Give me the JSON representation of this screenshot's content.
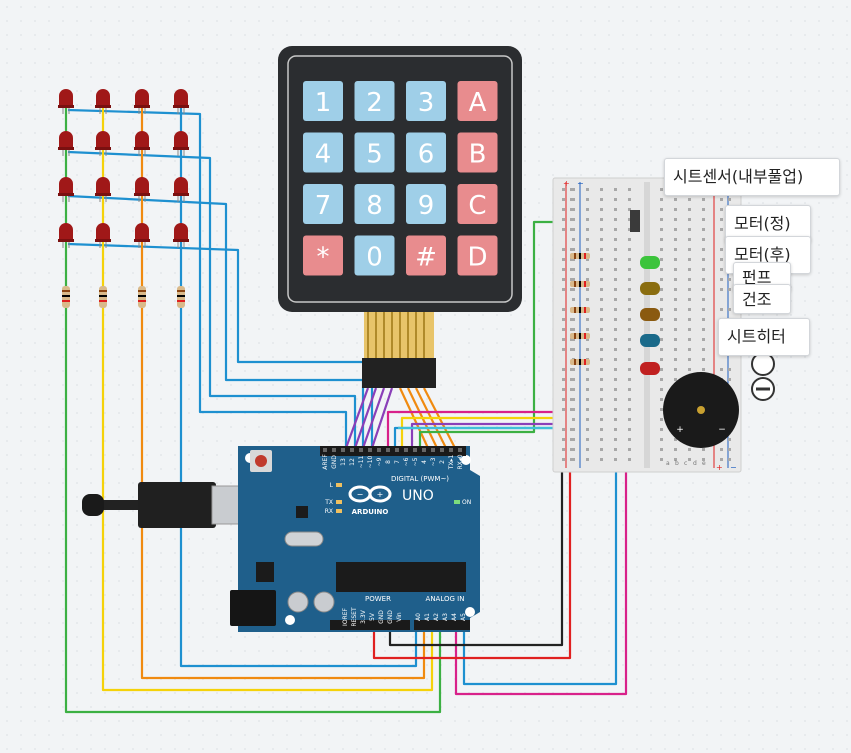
{
  "keypad": {
    "keys": [
      "1",
      "2",
      "3",
      "A",
      "4",
      "5",
      "6",
      "B",
      "7",
      "8",
      "9",
      "C",
      "*",
      "0",
      "#",
      "D"
    ]
  },
  "arduino": {
    "model": "UNO",
    "brand": "ARDUINO",
    "digital_label": "DIGITAL (PWM~)",
    "analog_label": "ANALOG IN",
    "power_label": "POWER",
    "led_labels": [
      "L",
      "TX",
      "RX",
      "ON"
    ],
    "digital_pins": [
      "AREF",
      "GND",
      "13",
      "12",
      "~11",
      "~10",
      "~9",
      "8",
      "7",
      "~6",
      "~5",
      "4",
      "~3",
      "2",
      "TX▸1",
      "RX◂0"
    ],
    "power_pins": [
      "IOREF",
      "RESET",
      "3.3V",
      "5V",
      "GND",
      "GND",
      "Vin"
    ],
    "analog_pins": [
      "A0",
      "A1",
      "A2",
      "A3",
      "A4",
      "A5"
    ]
  },
  "buzzer": {
    "plus": "+",
    "minus": "−"
  },
  "breadboard": {
    "rail_marks": [
      "+",
      "−",
      "+",
      "−"
    ],
    "col_letters": [
      "a",
      "b",
      "c",
      "d",
      "e",
      "f",
      "g",
      "h",
      "i",
      "j"
    ]
  },
  "tooltips": [
    {
      "id": "tip-seat-sensor",
      "text": "시트센서(내부풀업)"
    },
    {
      "id": "tip-motor-fwd",
      "text": "모터(정)"
    },
    {
      "id": "tip-motor-rev",
      "text": "모터(후)"
    },
    {
      "id": "tip-fan",
      "text": "펀프"
    },
    {
      "id": "tip-dry",
      "text": "건조"
    },
    {
      "id": "tip-seat-heater",
      "text": "시트히터"
    }
  ],
  "colors": {
    "wire_blue": "#1e90d0",
    "wire_green": "#3cb043",
    "wire_yellow": "#f5d20a",
    "wire_orange": "#f08a10",
    "wire_purple": "#8a3fb8",
    "wire_magenta": "#d8218a",
    "wire_red": "#e02020",
    "wire_black": "#222222",
    "board": "#1f5f8b",
    "key_blue": "#9fcfe8",
    "key_red": "#e88c8e"
  }
}
